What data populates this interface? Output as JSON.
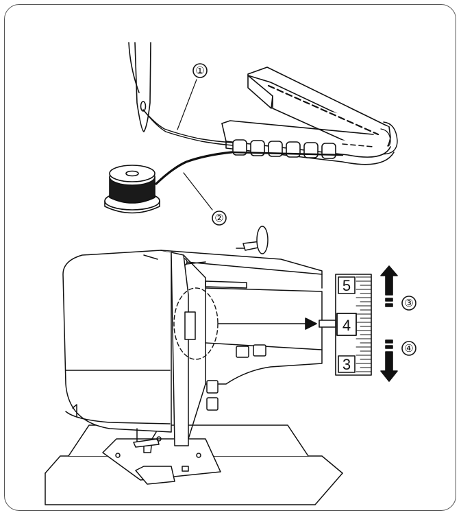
{
  "callouts": {
    "c1": "①",
    "c2": "②",
    "c3": "③",
    "c4": "④"
  },
  "dial": {
    "upper": "5",
    "current": "4",
    "lower": "3"
  },
  "colors": {
    "line": "#111111",
    "fabric_fill": "#ffffff",
    "bobbin_thread": "#1a1a1a",
    "frame": "#555555"
  }
}
